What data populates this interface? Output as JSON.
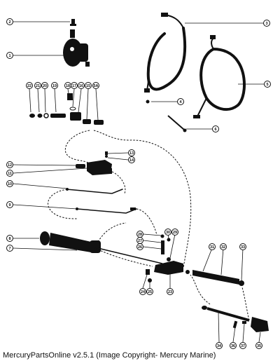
{
  "caption": "MercuryPartsOnline v2.5.1 (Image Copyright- Mercury Marine)",
  "callouts": {
    "c1": "1",
    "c2": "2",
    "c3": "3",
    "c4": "4",
    "c5": "5",
    "c6": "6",
    "c7": "7",
    "c8": "8",
    "c9": "9",
    "c10": "10",
    "c11": "11",
    "c12": "12",
    "c13": "13",
    "c14": "14",
    "c15": "15",
    "c16": "16",
    "c17": "17",
    "c18": "18",
    "c19": "19",
    "c20": "20",
    "c21": "21",
    "c22": "22",
    "c23": "23",
    "c24": "24",
    "c25": "25",
    "c26": "26",
    "c27": "27",
    "c28": "28",
    "c29": "29",
    "c30": "30",
    "c31": "31",
    "c32": "32",
    "c33": "33",
    "c34": "34",
    "c35": "35",
    "c36": "36",
    "c37": "37",
    "c5a": "5A"
  }
}
